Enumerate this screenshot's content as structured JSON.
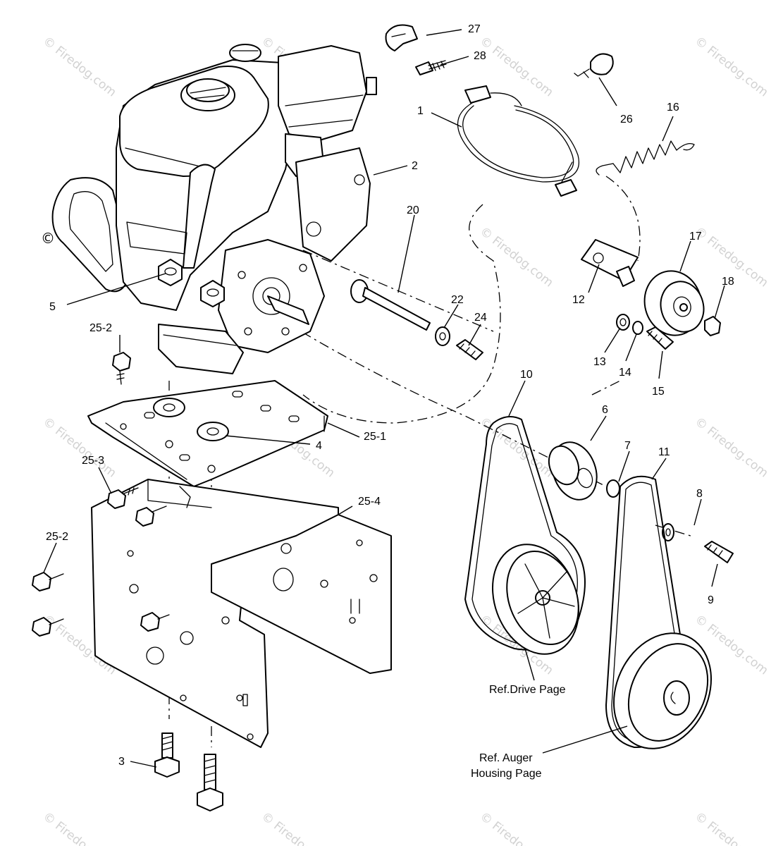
{
  "watermark": {
    "text": "Firedog.com",
    "symbol": "©"
  },
  "callouts": {
    "c1": "1",
    "c2": "2",
    "c3": "3",
    "c4": "4",
    "c5": "5",
    "c6": "6",
    "c7": "7",
    "c8": "8",
    "c9": "9",
    "c10": "10",
    "c11": "11",
    "c12": "12",
    "c13": "13",
    "c14": "14",
    "c15": "15",
    "c16": "16",
    "c17": "17",
    "c18": "18",
    "c20": "20",
    "c22": "22",
    "c24": "24",
    "c25_1": "25-1",
    "c25_2a": "25-2",
    "c25_2b": "25-2",
    "c25_3": "25-3",
    "c25_4": "25-4",
    "c26": "26",
    "c27": "27",
    "c28": "28"
  },
  "notes": {
    "drive": "Ref.Drive Page",
    "auger_line1": "Ref. Auger",
    "auger_line2": "Housing Page"
  }
}
